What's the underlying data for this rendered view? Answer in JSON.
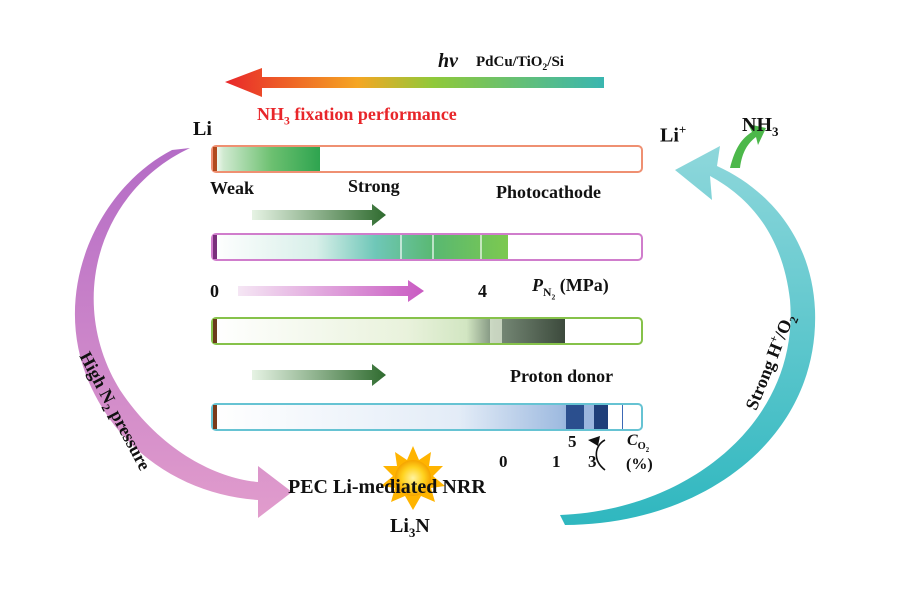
{
  "top": {
    "hv": "hv",
    "catalyst": "PdCu/TiO",
    "catalyst_sub": "2",
    "catalyst_rest": "/Si",
    "performance_a": "NH",
    "performance_sub": "3",
    "performance_b": " fixation performance"
  },
  "left": {
    "li": "Li",
    "arc_label": "High N",
    "arc_label_sub": "2",
    "arc_label_rest": " pressure"
  },
  "right": {
    "li_plus": "Li",
    "li_plus_sup": "+",
    "nh3": "NH",
    "nh3_sub": "3",
    "arc_label": "Strong H",
    "arc_label_sup": "+",
    "arc_label_rest": "/O",
    "arc_label_sub": "2"
  },
  "rows": {
    "weak": "Weak",
    "strong": "Strong",
    "photocathode": "Photocathode",
    "pn2_zero": "0",
    "pn2_four": "4",
    "pn2_p": "P",
    "pn2_sub": "N",
    "pn2_sub2": "2",
    "pn2_unit": " (MPa)",
    "proton_donor": "Proton donor",
    "co2_ticks": [
      "0",
      "1",
      "3",
      "5"
    ],
    "co2_c": "C",
    "co2_sub": "O",
    "co2_sub2": "2",
    "co2_unit": "(%)"
  },
  "bottom": {
    "reaction": "PEC Li-mediated NRR",
    "product": "Li",
    "product_sub": "3",
    "product_rest": "N"
  },
  "colors": {
    "magenta": "#c97fc6",
    "cyan": "#4fc3cc",
    "green": "#5cb544",
    "red": "#e8262a",
    "dark_green": "#2f6b2f",
    "blue": "#1f4f9c"
  }
}
